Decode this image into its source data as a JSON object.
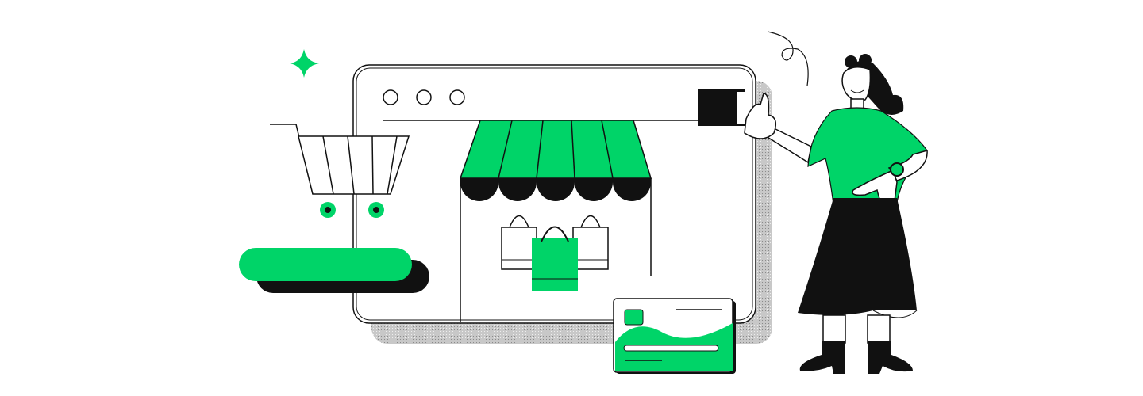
{
  "illustration": {
    "subject": "online-store",
    "colors": {
      "accent": "#00d468",
      "ink": "#111111",
      "background": "#ffffff",
      "shadow": "#bdbdbd"
    },
    "elements": [
      "sparkle-icon",
      "shopping-cart-icon",
      "browser-window",
      "shop-awning",
      "shopping-bags",
      "credit-card",
      "woman-figure",
      "green-pill"
    ]
  }
}
